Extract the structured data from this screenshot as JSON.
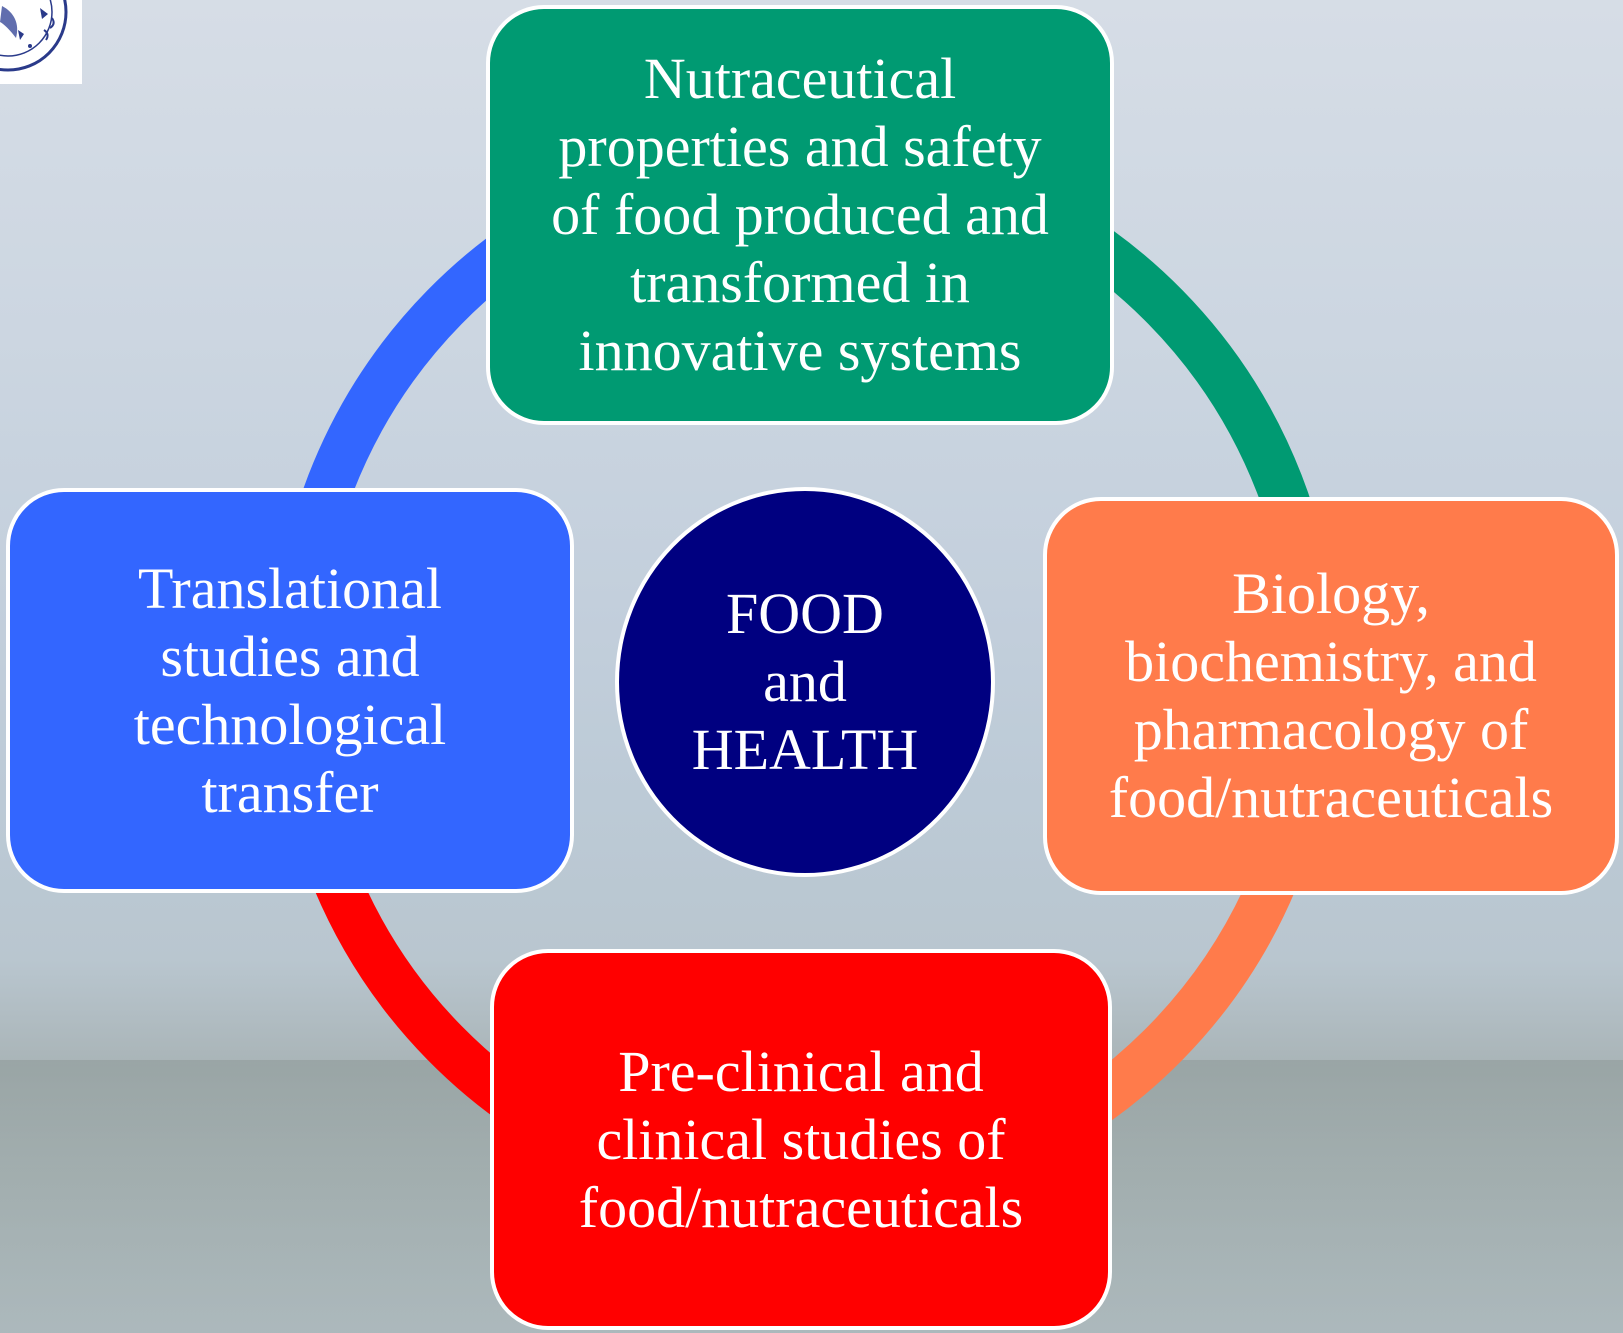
{
  "diagram": {
    "center": {
      "label": "FOOD\nand\nHEALTH",
      "color": "#000080"
    },
    "nodes": [
      {
        "id": "top",
        "label": "Nutraceutical\nproperties  and safety\nof food produced and\ntransformed in\ninnovative systems",
        "color": "#009a72"
      },
      {
        "id": "right",
        "label": "Biology,\nbiochemistry, and\npharmacology of\nfood/nutraceuticals",
        "color": "#ff7b4b"
      },
      {
        "id": "bottom",
        "label": "Pre-clinical and\nclinical studies of\nfood/nutraceuticals",
        "color": "#ff0000"
      },
      {
        "id": "left",
        "label": "Translational\nstudies and\ntechnological\ntransfer",
        "color": "#3366ff"
      }
    ],
    "ring_segments": [
      {
        "from": "top",
        "to": "right",
        "color": "#009a72"
      },
      {
        "from": "right",
        "to": "bottom",
        "color": "#ff7b4b"
      },
      {
        "from": "bottom",
        "to": "left",
        "color": "#ff0000"
      },
      {
        "from": "left",
        "to": "top",
        "color": "#3366ff"
      }
    ]
  },
  "logo": {
    "icon": "university-seal-icon"
  }
}
